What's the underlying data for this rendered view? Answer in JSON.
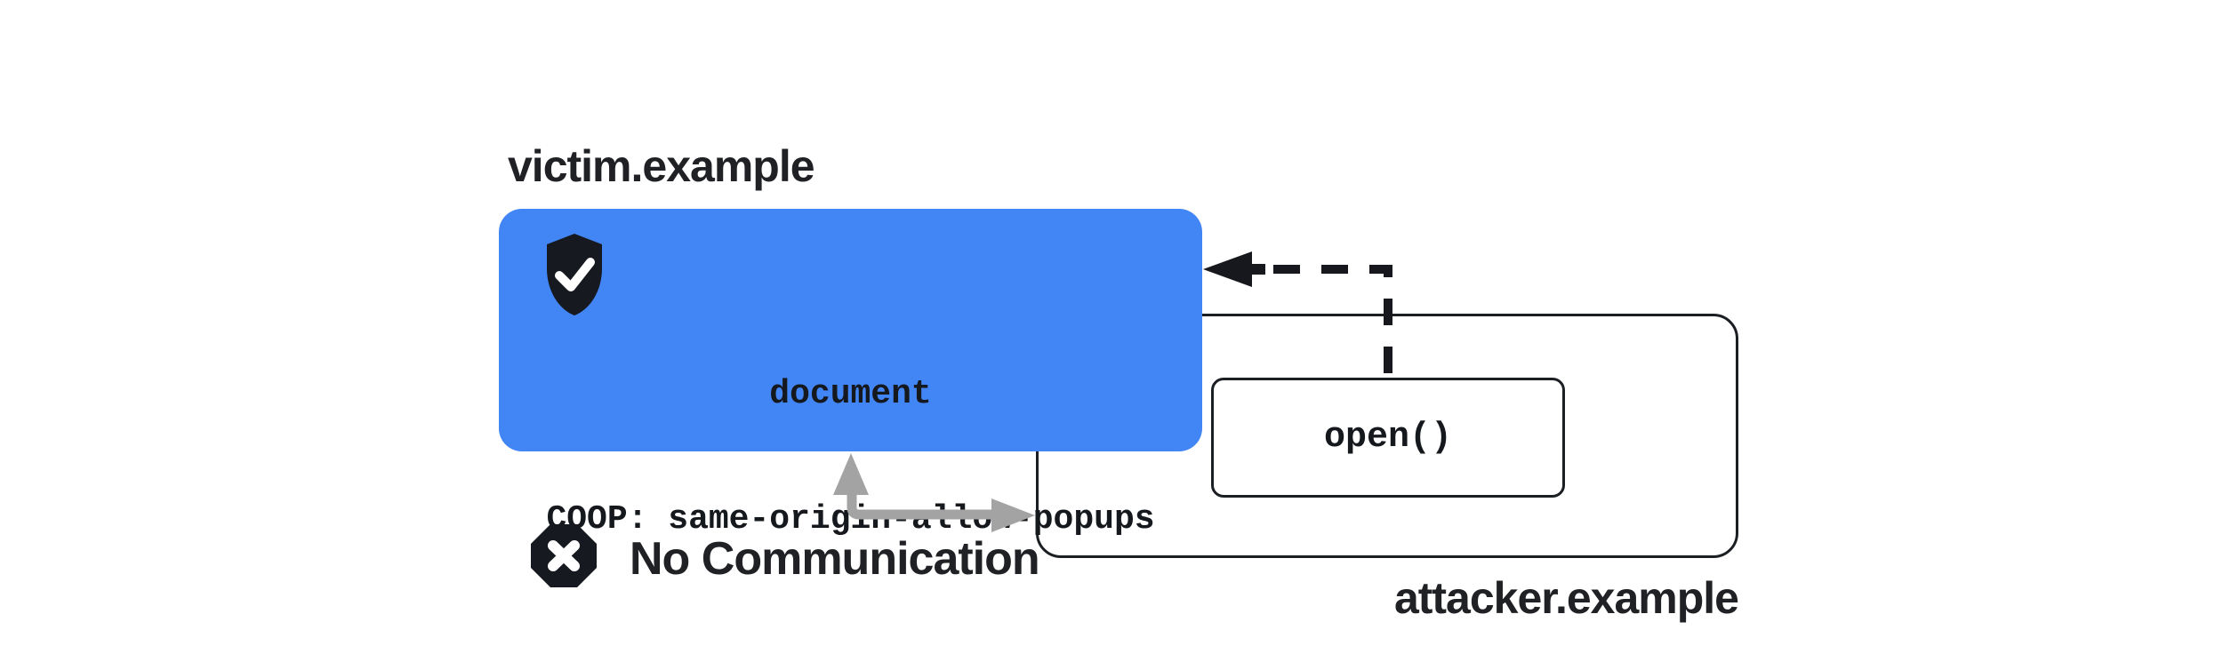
{
  "victim": {
    "domain_label": "victim.example",
    "box": {
      "line1": "document",
      "line2": "COOP: same-origin-allow-popups"
    }
  },
  "attacker": {
    "domain_label": "attacker.example",
    "open_box_label": "open()"
  },
  "no_communication_label": "No Communication",
  "icons": {
    "shield_check": "shield-check-icon",
    "blocked": "x-octagon-icon"
  },
  "colors": {
    "victim_box_fill": "#4285F4",
    "ink": "#1B1E23",
    "arrow_gray": "#A3A3A3",
    "background": "#FFFFFF"
  }
}
